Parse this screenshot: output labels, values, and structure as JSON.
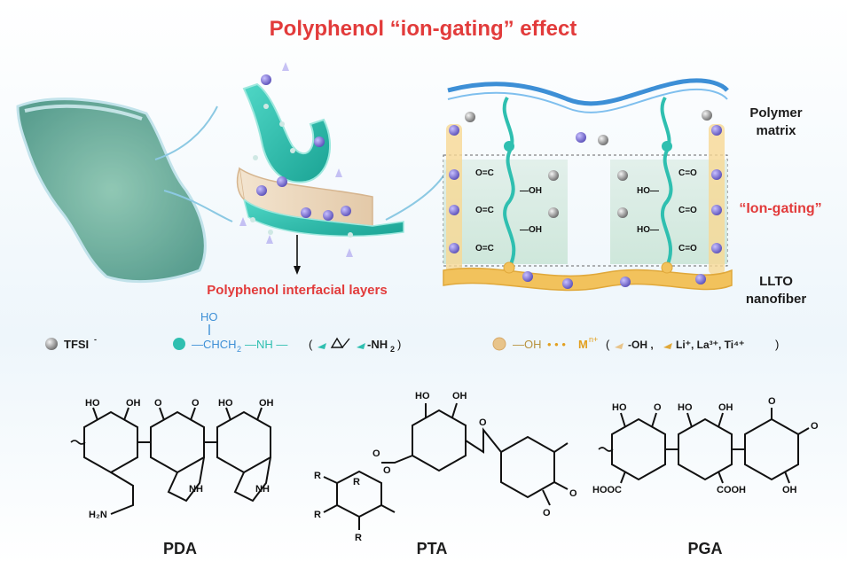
{
  "title": "Polyphenol “ion-gating” effect",
  "labels": {
    "interfacial": "Polyphenol interfacial layers",
    "polymer_line1": "Polymer",
    "polymer_line2": "matrix",
    "ion_gating": "“Ion-gating”",
    "llto_line1": "LLTO",
    "llto_line2": "nanofiber"
  },
  "legend": {
    "tfsi": "TFSI",
    "tfsi_sup": "-",
    "ho": "HO",
    "chain": "—CHCH",
    "chain_sub": "2",
    "chain_end": "—NH —",
    "nh2": "-NH",
    "nh2_sub": "2",
    "oh": "—OH",
    "dots": "• • •",
    "m": "M",
    "m_sup": "n+",
    "oh2": "-OH ,",
    "ions": "Li⁺, La³⁺, Ti⁴⁺"
  },
  "ion_symbols": {
    "li": "Li⁺",
    "minus": "−"
  },
  "chain_groups": {
    "co_left": "O=C",
    "co_right": "C=O",
    "oh_left": "—OH",
    "ho_right": "HO—"
  },
  "molecules": [
    {
      "name": "PDA",
      "labels": [
        "HO",
        "OH",
        "O",
        "O",
        "HO",
        "OH",
        "NH",
        "NH",
        "H₂N"
      ]
    },
    {
      "name": "PTA",
      "labels": [
        "HO",
        "OH",
        "O",
        "O",
        "O",
        "R",
        "R",
        "R",
        "O",
        "O",
        "R"
      ]
    },
    {
      "name": "PGA",
      "labels": [
        "HO",
        "O",
        "HO",
        "OH",
        "O",
        "O",
        "HOOC",
        "COOH",
        "OH"
      ]
    }
  ],
  "colors": {
    "title_red": "#e23b3b",
    "teal": "#2fbfb0",
    "orange_ring": "#e8c48a",
    "blue_ring": "#cfeef2",
    "polymer_blue": "#3d8fd6",
    "llto_orange": "#f2c25c",
    "ion_purple": "#6f64c8"
  }
}
